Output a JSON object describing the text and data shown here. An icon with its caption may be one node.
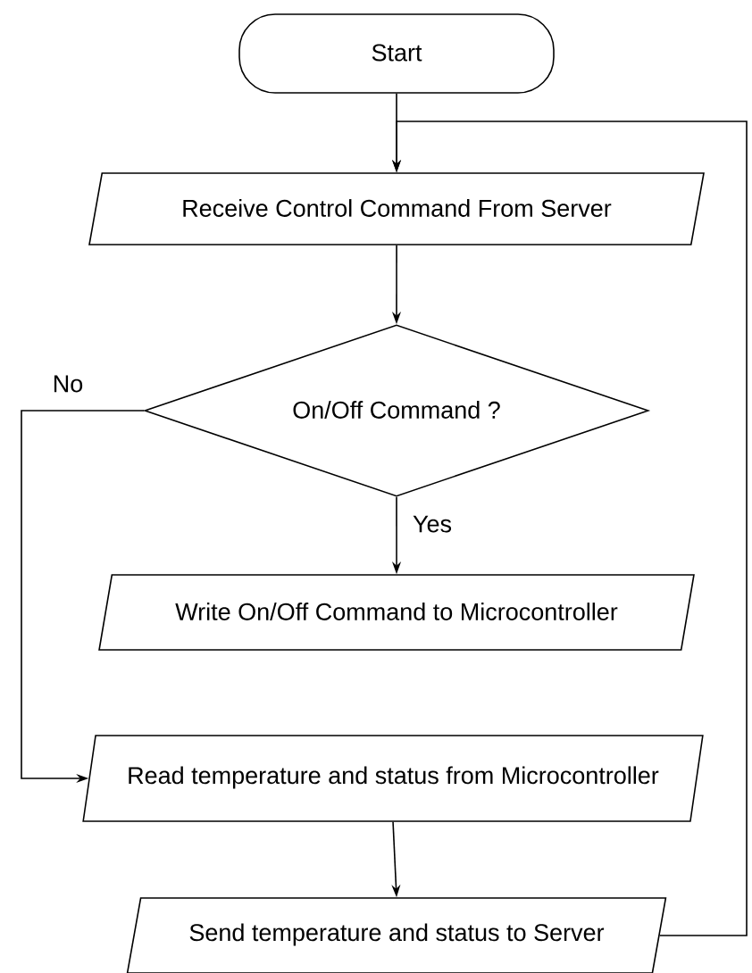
{
  "diagram": {
    "nodes": [
      {
        "text": [
          "Start"
        ]
      },
      {
        "text": [
          "Receive Control Command From Server"
        ]
      },
      {
        "text": [
          "On/Off Command ?"
        ]
      },
      {
        "text": [
          "Write On/Off Command to Microcontroller"
        ]
      },
      {
        "text": [
          "Read temperature and status from Microcontroller"
        ]
      },
      {
        "text": [
          "Send temperature and status to Server"
        ]
      }
    ],
    "edges": [
      {
        "from": 0,
        "to": 1,
        "arrow": "to"
      },
      {
        "from": 1,
        "to": 2,
        "arrow": "to"
      },
      {
        "from": 2,
        "to": 3,
        "arrow": "to",
        "label": "Yes"
      },
      {
        "from": 2,
        "to": 4,
        "arrow": "to",
        "label": "No"
      },
      {
        "from": 4,
        "to": 5,
        "arrow": "to"
      },
      {
        "from": 5,
        "to": 1,
        "arrow": "to"
      }
    ]
  }
}
